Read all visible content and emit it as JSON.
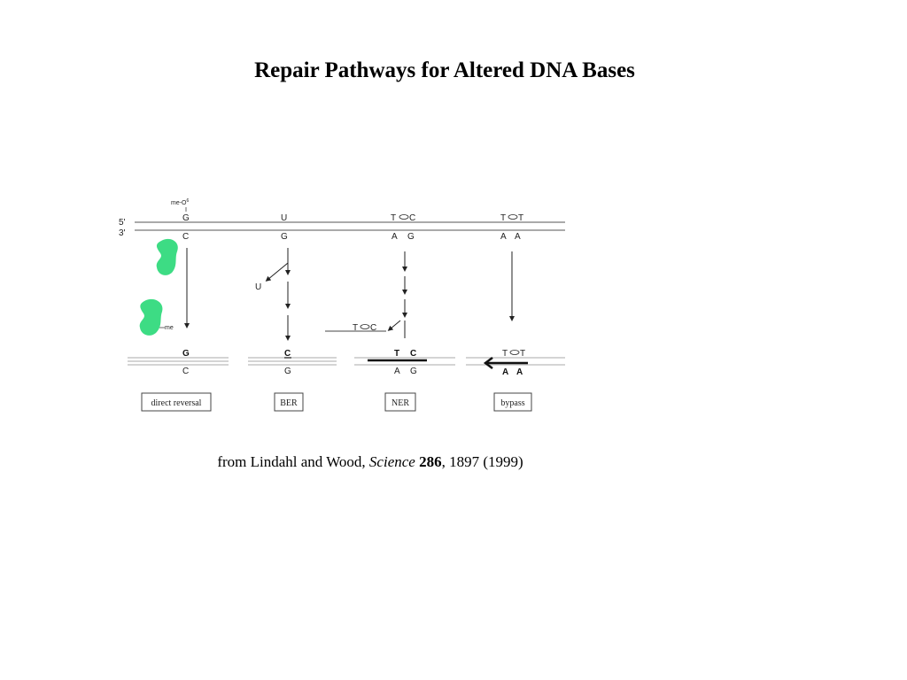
{
  "title": "Repair Pathways for Altered DNA Bases",
  "citation": {
    "prefix": "from Lindahl and Wood, ",
    "journal": "Science",
    "volume": "286",
    "suffix": ", 1897 (1999)"
  },
  "diagram": {
    "strand_labels": {
      "five_prime": "5'",
      "three_prime": "3'"
    },
    "lesion_label": "me-O",
    "lesion_sup": "6",
    "methyl_label": "me",
    "pathways": [
      {
        "name": "direct reversal",
        "top": "G",
        "bottom": "C",
        "result_top": "G",
        "result_bottom": "C"
      },
      {
        "name": "BER",
        "top": "U",
        "bottom": "G",
        "excised": "U",
        "result_top": "C",
        "result_bottom": "G"
      },
      {
        "name": "NER",
        "top": "T",
        "dimer_top_right": "C",
        "bottom_left": "A",
        "bottom_right": "G",
        "excised_left": "T",
        "excised_right": "C",
        "result_top_left": "T",
        "result_top_right": "C",
        "result_bottom_left": "A",
        "result_bottom_right": "G"
      },
      {
        "name": "bypass",
        "top": "T",
        "dimer_top_right": "T",
        "bottom_left": "A",
        "bottom_right": "A",
        "result_top_left": "T",
        "result_top_right": "T",
        "result_bottom_left": "A",
        "result_bottom_right": "A"
      }
    ],
    "colors": {
      "enzyme": "#3ddc84",
      "line": "#555555"
    },
    "icons": [
      "protein-blob-icon",
      "arrow-down-icon",
      "thymine-dimer-icon"
    ]
  }
}
